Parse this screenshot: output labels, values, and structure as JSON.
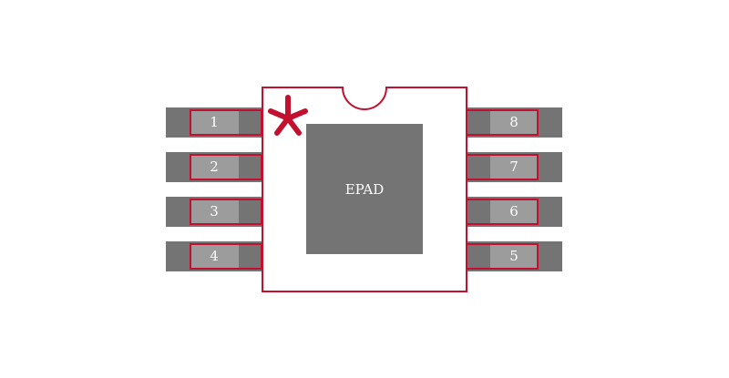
{
  "colors": {
    "pad": "#747474",
    "pin_face": "#9c9c9c",
    "outline": "#c4102f",
    "pin_number": "#ffffff",
    "background": "#ffffff"
  },
  "pin1_marker_icon": "asterisk-icon",
  "epad": {
    "label": "EPAD"
  },
  "pins": {
    "left": [
      "1",
      "2",
      "3",
      "4"
    ],
    "right": [
      "8",
      "7",
      "6",
      "5"
    ]
  }
}
